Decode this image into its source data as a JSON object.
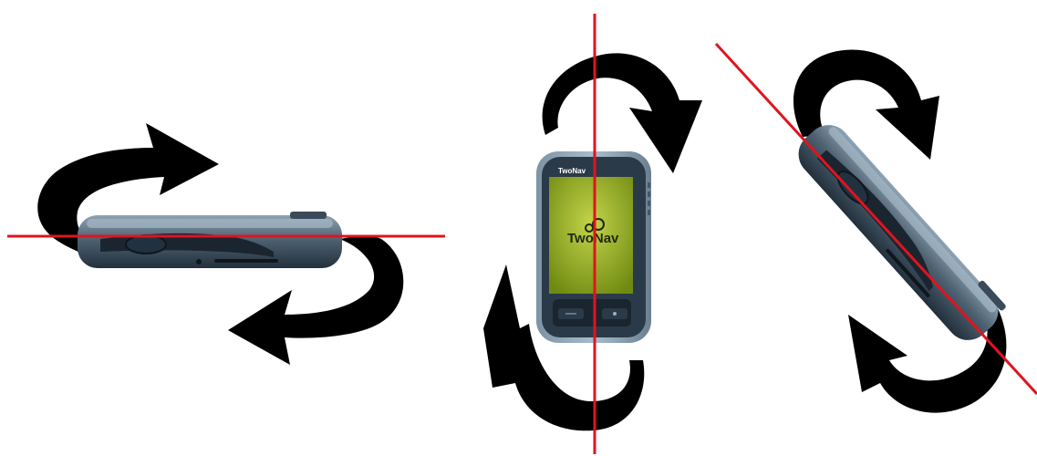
{
  "figure": {
    "background": "#ffffff",
    "axis_color": "#e0141e",
    "arrow_color": "#000000",
    "device_body_color": "#5b6e7e",
    "device_dark_color": "#1c2833",
    "screen_color": "#a8bf2a"
  },
  "device": {
    "brand_label": "TwoNav",
    "screen_logo": "TwoNav",
    "screen_tagline": "",
    "icon": "gps-handheld-icon"
  },
  "panels": [
    {
      "name": "roll-axis",
      "orientation": "horizontal"
    },
    {
      "name": "yaw-axis",
      "orientation": "vertical"
    },
    {
      "name": "pitch-axis",
      "orientation": "diagonal"
    }
  ]
}
